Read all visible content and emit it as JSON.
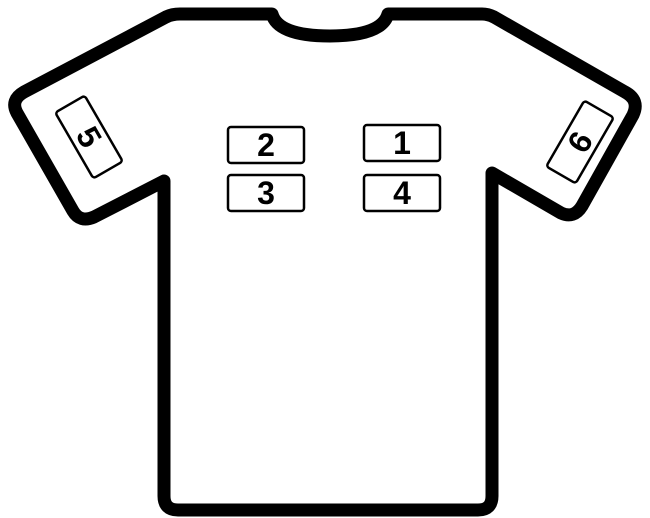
{
  "colors": {
    "outline": "#000000",
    "fill": "#ffffff",
    "background": "#ffffff"
  },
  "labels": {
    "chest_right_top": "1",
    "chest_left_top": "2",
    "chest_left_bottom": "3",
    "chest_right_bottom": "4",
    "sleeve_left": "5",
    "sleeve_right": "6"
  }
}
